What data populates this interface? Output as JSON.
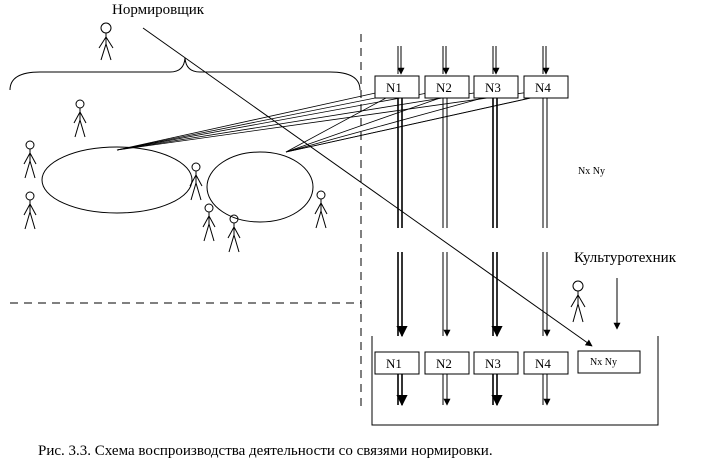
{
  "roles": {
    "normirovshik": "Нормировщик",
    "kulturotekhnik": "Культуротехник"
  },
  "norm_boxes_top": [
    "N1",
    "N2",
    "N3",
    "N4"
  ],
  "norm_boxes_bottom": [
    "N1",
    "N2",
    "N3",
    "N4"
  ],
  "nxny_floating": "Nx  Ny",
  "nxny_box": "Nx  Ny",
  "caption": "Рис. 3.3. Схема воспроизводства деятельности со связями нормировки."
}
